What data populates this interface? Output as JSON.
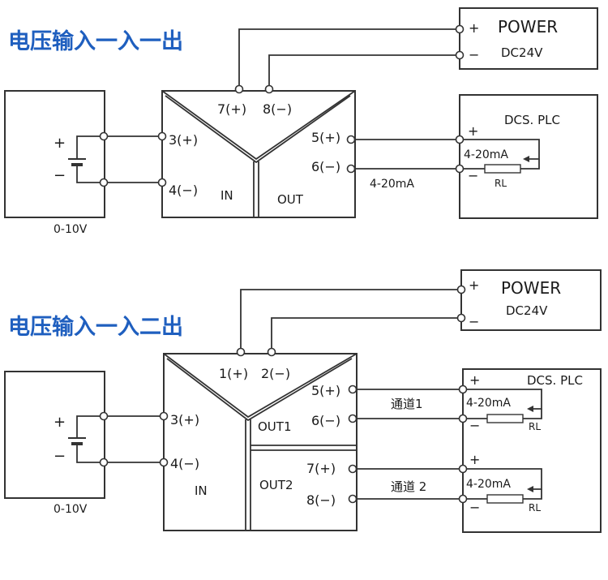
{
  "colors": {
    "title": "#1f5fbf",
    "line": "#333333",
    "text": "#1a1a1a",
    "background": "#ffffff"
  },
  "diagram1": {
    "title": "电压输入一入一出",
    "power": {
      "plus": "+",
      "minus": "−",
      "label": "POWER",
      "voltage": "DC24V"
    },
    "terminals": {
      "t7": "7(+)",
      "t8": "8(−)",
      "t3": "3(+)",
      "t4": "4(−)",
      "t5": "5(+)",
      "t6": "6(−)"
    },
    "module": {
      "in": "IN",
      "out": "OUT"
    },
    "source": {
      "plus": "+",
      "minus": "−",
      "range": "0-10V"
    },
    "dcs": {
      "label": "DCS. PLC",
      "plus": "+",
      "minus": "−",
      "current": "4-20mA",
      "resistor": "RL"
    },
    "wire_label": "4-20mA"
  },
  "diagram2": {
    "title": "电压输入一入二出",
    "power": {
      "plus": "+",
      "minus": "−",
      "label": "POWER",
      "voltage": "DC24V"
    },
    "terminals": {
      "t1": "1(+)",
      "t2": "2(−)",
      "t3": "3(+)",
      "t4": "4(−)",
      "t5": "5(+)",
      "t6": "6(−)",
      "t7": "7(+)",
      "t8": "8(−)"
    },
    "module": {
      "in": "IN",
      "out1": "OUT1",
      "out2": "OUT2"
    },
    "source": {
      "plus": "+",
      "minus": "−",
      "range": "0-10V"
    },
    "dcs": {
      "label": "DCS. PLC",
      "ch1": {
        "plus": "+",
        "minus": "−",
        "current": "4-20mA",
        "resistor": "RL"
      },
      "ch2": {
        "plus": "+",
        "minus": "−",
        "current": "4-20mA",
        "resistor": "RL"
      }
    },
    "channel1": "通道1",
    "channel2": "通道 2"
  }
}
